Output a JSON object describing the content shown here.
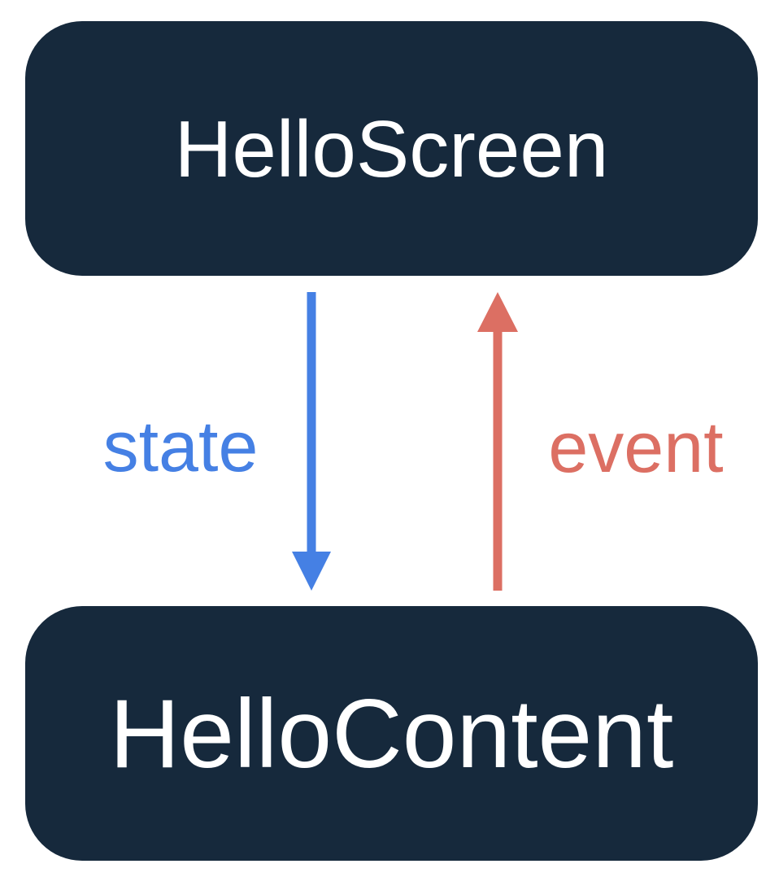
{
  "diagram": {
    "boxes": {
      "screen": {
        "label": "HelloScreen"
      },
      "content": {
        "label": "HelloContent"
      }
    },
    "arrows": {
      "state": {
        "label": "state",
        "direction": "down",
        "color": "#4580E4"
      },
      "event": {
        "label": "event",
        "direction": "up",
        "color": "#DC6F63"
      }
    },
    "colors": {
      "background": "#FFFFFF",
      "box_fill": "#16293C",
      "box_text": "#FFFFFF",
      "state_blue": "#4580E4",
      "event_red": "#DC6F63"
    }
  }
}
